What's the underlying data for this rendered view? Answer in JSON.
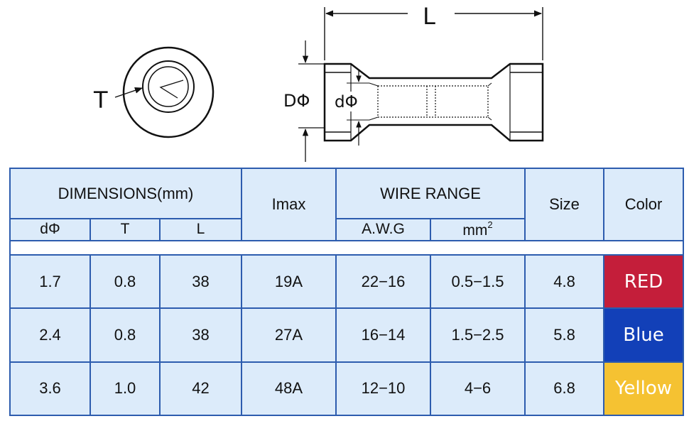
{
  "drawing": {
    "label_T": "T",
    "label_L": "L",
    "label_D": "DΦ",
    "label_d": "dΦ"
  },
  "table": {
    "header": {
      "dimensions": "DIMENSIONS(mm)",
      "imax": "Imax",
      "wire_range": "WIRE RANGE",
      "size": "Size",
      "color": "Color"
    },
    "subheader": {
      "d": "dΦ",
      "t": "T",
      "l": "L",
      "awg": "A.W.G",
      "mm": "mm",
      "mm_sup": "2"
    },
    "rows": [
      {
        "d": "1.7",
        "t": "0.8",
        "l": "38",
        "imax": "19A",
        "awg": "22−16",
        "mm2": "0.5−1.5",
        "size": "4.8",
        "color": "RED",
        "color_hex": "#c41e3a"
      },
      {
        "d": "2.4",
        "t": "0.8",
        "l": "38",
        "imax": "27A",
        "awg": "16−14",
        "mm2": "1.5−2.5",
        "size": "5.8",
        "color": "Blue",
        "color_hex": "#1240b8"
      },
      {
        "d": "3.6",
        "t": "1.0",
        "l": "42",
        "imax": "48A",
        "awg": "12−10",
        "mm2": "4−6",
        "size": "6.8",
        "color": "Yellow",
        "color_hex": "#f5c232"
      }
    ]
  },
  "colors": {
    "table_border": "#2d5cae",
    "cell_background": "#dcebfa"
  }
}
